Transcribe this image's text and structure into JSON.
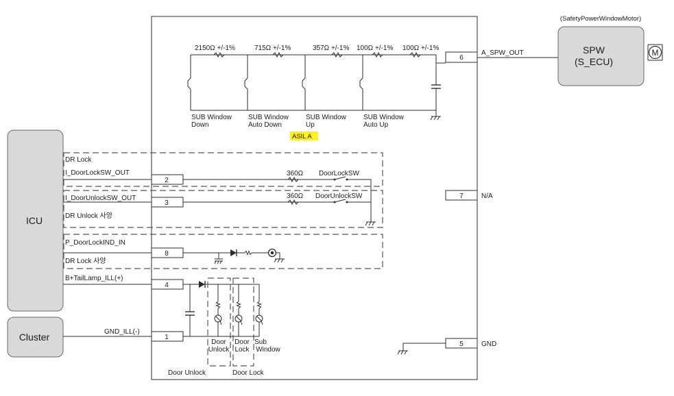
{
  "blocks": {
    "icu": "ICU",
    "cluster": "Cluster",
    "spw_caption": "(SafetyPowerWindowMotor)",
    "spw_line1": "SPW",
    "spw_line2": "(S_ECU)",
    "motor_symbol": "M"
  },
  "resistors": {
    "r1": "2150Ω +/-1%",
    "r2": "715Ω +/-1%",
    "r3": "357Ω +/-1%",
    "r4": "100Ω +/-1%",
    "r5": "100Ω +/-1%",
    "lock": "360Ω",
    "unlock": "360Ω"
  },
  "switches": {
    "sub_down_1": "SUB Window",
    "sub_down_2": "Down",
    "sub_autodown_1": "SUB Window",
    "sub_autodown_2": "Auto Down",
    "sub_up_1": "SUB Window",
    "sub_up_2": "Up",
    "sub_autoup_1": "SUB Window",
    "sub_autoup_2": "Auto Up",
    "door_lock_sw": "DoorLockSW",
    "door_unlock_sw": "DoorUnlockSW"
  },
  "asil": "ASIL A",
  "pins": {
    "p1": "1",
    "p2": "2",
    "p3": "3",
    "p4": "4",
    "p5": "5",
    "p6": "6",
    "p7": "7",
    "p8": "8"
  },
  "signals": {
    "dr_lock": "DR Lock",
    "lock_sw_out": "I_DoorLockSW_OUT",
    "unlock_sw_out": "I_DoorUnlockSW_OUT",
    "dr_unlock_spec": "DR Unlock 사양",
    "lock_ind_in": "P_DoorLockIND_IN",
    "dr_lock_spec": "DR Lock 사양",
    "tail_lamp": "B+TailLamp_ILL(+)",
    "gnd_ill": "GND_ILL(-)",
    "a_spw_out": "A_SPW_OUT",
    "na": "N/A",
    "gnd": "GND"
  },
  "lamps": {
    "door_unlock_1": "Door",
    "door_unlock_2": "Unlock",
    "door_lock_1": "Door",
    "door_lock_2": "Lock",
    "sub_window_1": "Sub",
    "sub_window_2": "Window",
    "group_unlock": "Door Unlock",
    "group_lock": "Door Lock"
  },
  "colors": {
    "block_fill": "#d9d9d9",
    "asil_highlight": "#ffef1a",
    "wire": "#2b2b2b"
  }
}
